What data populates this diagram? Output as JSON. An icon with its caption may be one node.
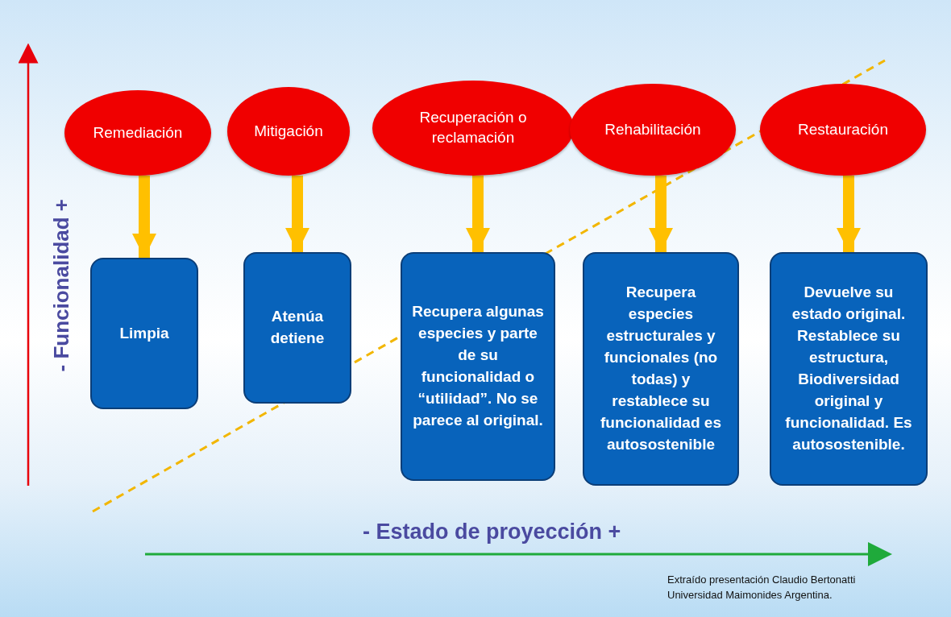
{
  "diagram": {
    "nodes": [
      {
        "text": [
          "Remediación"
        ]
      },
      {
        "text": [
          "Mitigación"
        ]
      },
      {
        "text": [
          "Recuperación o reclamación"
        ]
      },
      {
        "text": [
          "Rehabilitación"
        ]
      },
      {
        "text": [
          "Restauración"
        ]
      },
      {
        "text": [
          "Limpia"
        ]
      },
      {
        "text": [
          "Atenúa detiene"
        ]
      },
      {
        "text": [
          "Recupera algunas especies y parte de su funcionalidad o “utilidad”. No se parece al original."
        ]
      },
      {
        "text": [
          "Recupera especies estructurales y funcionales (no todas) y restablece su funcionalidad es autosostenible"
        ]
      },
      {
        "text": [
          "Devuelve su estado original. Restablece su estructura, Biodiversidad original  y funcionalidad. Es autosostenible."
        ]
      }
    ],
    "edges": [
      {
        "from": 0,
        "to": 5,
        "arrow": "to"
      },
      {
        "from": 1,
        "to": 6,
        "arrow": "to"
      },
      {
        "from": 2,
        "to": 7,
        "arrow": "to"
      },
      {
        "from": 3,
        "to": 8,
        "arrow": "to"
      },
      {
        "from": 4,
        "to": 9,
        "arrow": "to"
      }
    ],
    "labels": [
      "- Funcionalidad +",
      "- Estado de proyección +",
      "Extraído presentación Claudio Bertonatti",
      "Universidad Maimonides Argentina."
    ]
  }
}
